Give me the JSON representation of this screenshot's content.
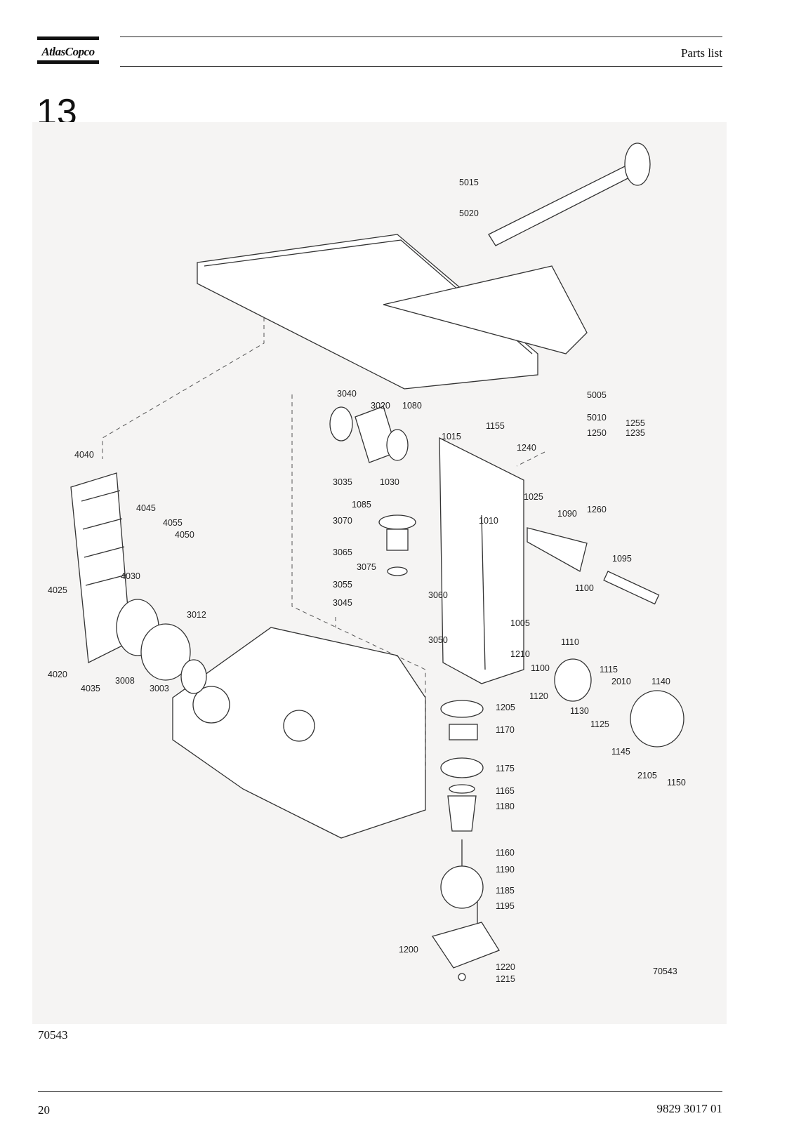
{
  "header": {
    "logo_text": "AtlasCopco",
    "title": "Parts list"
  },
  "section_number": "13",
  "figure": {
    "drawing_id": "70543",
    "callouts": [
      "5015",
      "5020",
      "5005",
      "5010",
      "1255",
      "1235",
      "1250",
      "1240",
      "1260",
      "1025",
      "1090",
      "1095",
      "1100",
      "3040",
      "3020",
      "1080",
      "1015",
      "1155",
      "3035",
      "1030",
      "1085",
      "3070",
      "1010",
      "3065",
      "3075",
      "3055",
      "3060",
      "3045",
      "3050",
      "1005",
      "1210",
      "1110",
      "1100",
      "1115",
      "1120",
      "2010",
      "1140",
      "1130",
      "1125",
      "1145",
      "2105",
      "1150",
      "1205",
      "1170",
      "1175",
      "1165",
      "1180",
      "1160",
      "1190",
      "1185",
      "1195",
      "1200",
      "1220",
      "1215",
      "4040",
      "4045",
      "4055",
      "4050",
      "4025",
      "4030",
      "4020",
      "4035",
      "3012",
      "3008",
      "3003"
    ]
  },
  "figure_caption": "70543",
  "footer": {
    "page_number": "20",
    "doc_number": "9829 3017 01"
  }
}
